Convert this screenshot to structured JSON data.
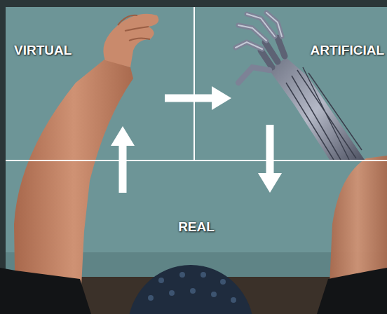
{
  "diagram": {
    "nodes": [
      {
        "text": [
          "VIRTUAL"
        ]
      },
      {
        "text": [
          "ARTIFICIAL"
        ]
      },
      {
        "text": [
          "REAL"
        ]
      }
    ],
    "edges": [
      {
        "from": 2,
        "to": 0,
        "arrow": "to"
      },
      {
        "from": 0,
        "to": 1,
        "arrow": "to"
      },
      {
        "from": 1,
        "to": 2,
        "arrow": "to"
      }
    ]
  }
}
